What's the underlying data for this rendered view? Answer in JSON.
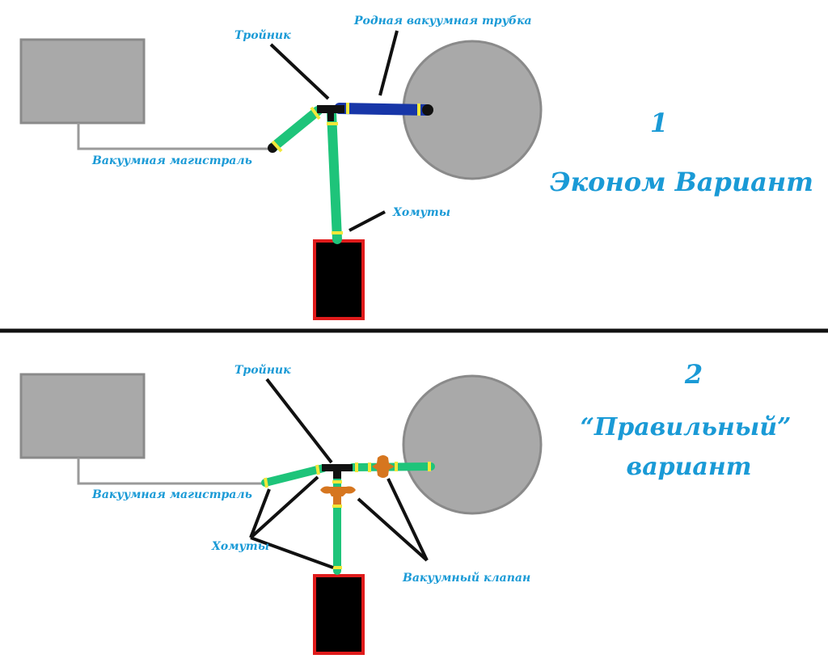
{
  "colors": {
    "hose": "#1ec47a",
    "clamp": "#f2e83a",
    "stock_tube": "#1736a8",
    "tee": "#111111",
    "valve": "#d6761f",
    "box": "#a9a9a9",
    "box_border": "#8a8a8a",
    "device_fill": "#000000",
    "device_border": "#e01b1b",
    "label": "#1a9ad6",
    "divider": "#111111"
  },
  "panel1": {
    "number": "1",
    "title": "Эконом Вариант",
    "labels": {
      "tee": "Тройник",
      "stock_tube": "Родная вакуумная трубка",
      "vacuum_line": "Вакуумная магистраль",
      "clamps": "Хомуты"
    }
  },
  "panel2": {
    "number": "2",
    "title_line1": "“Правильный”",
    "title_line2": "вариант",
    "labels": {
      "tee": "Тройник",
      "vacuum_line": "Вакуумная магистраль",
      "clamps": "Хомуты",
      "valve": "Вакуумный клапан"
    }
  }
}
